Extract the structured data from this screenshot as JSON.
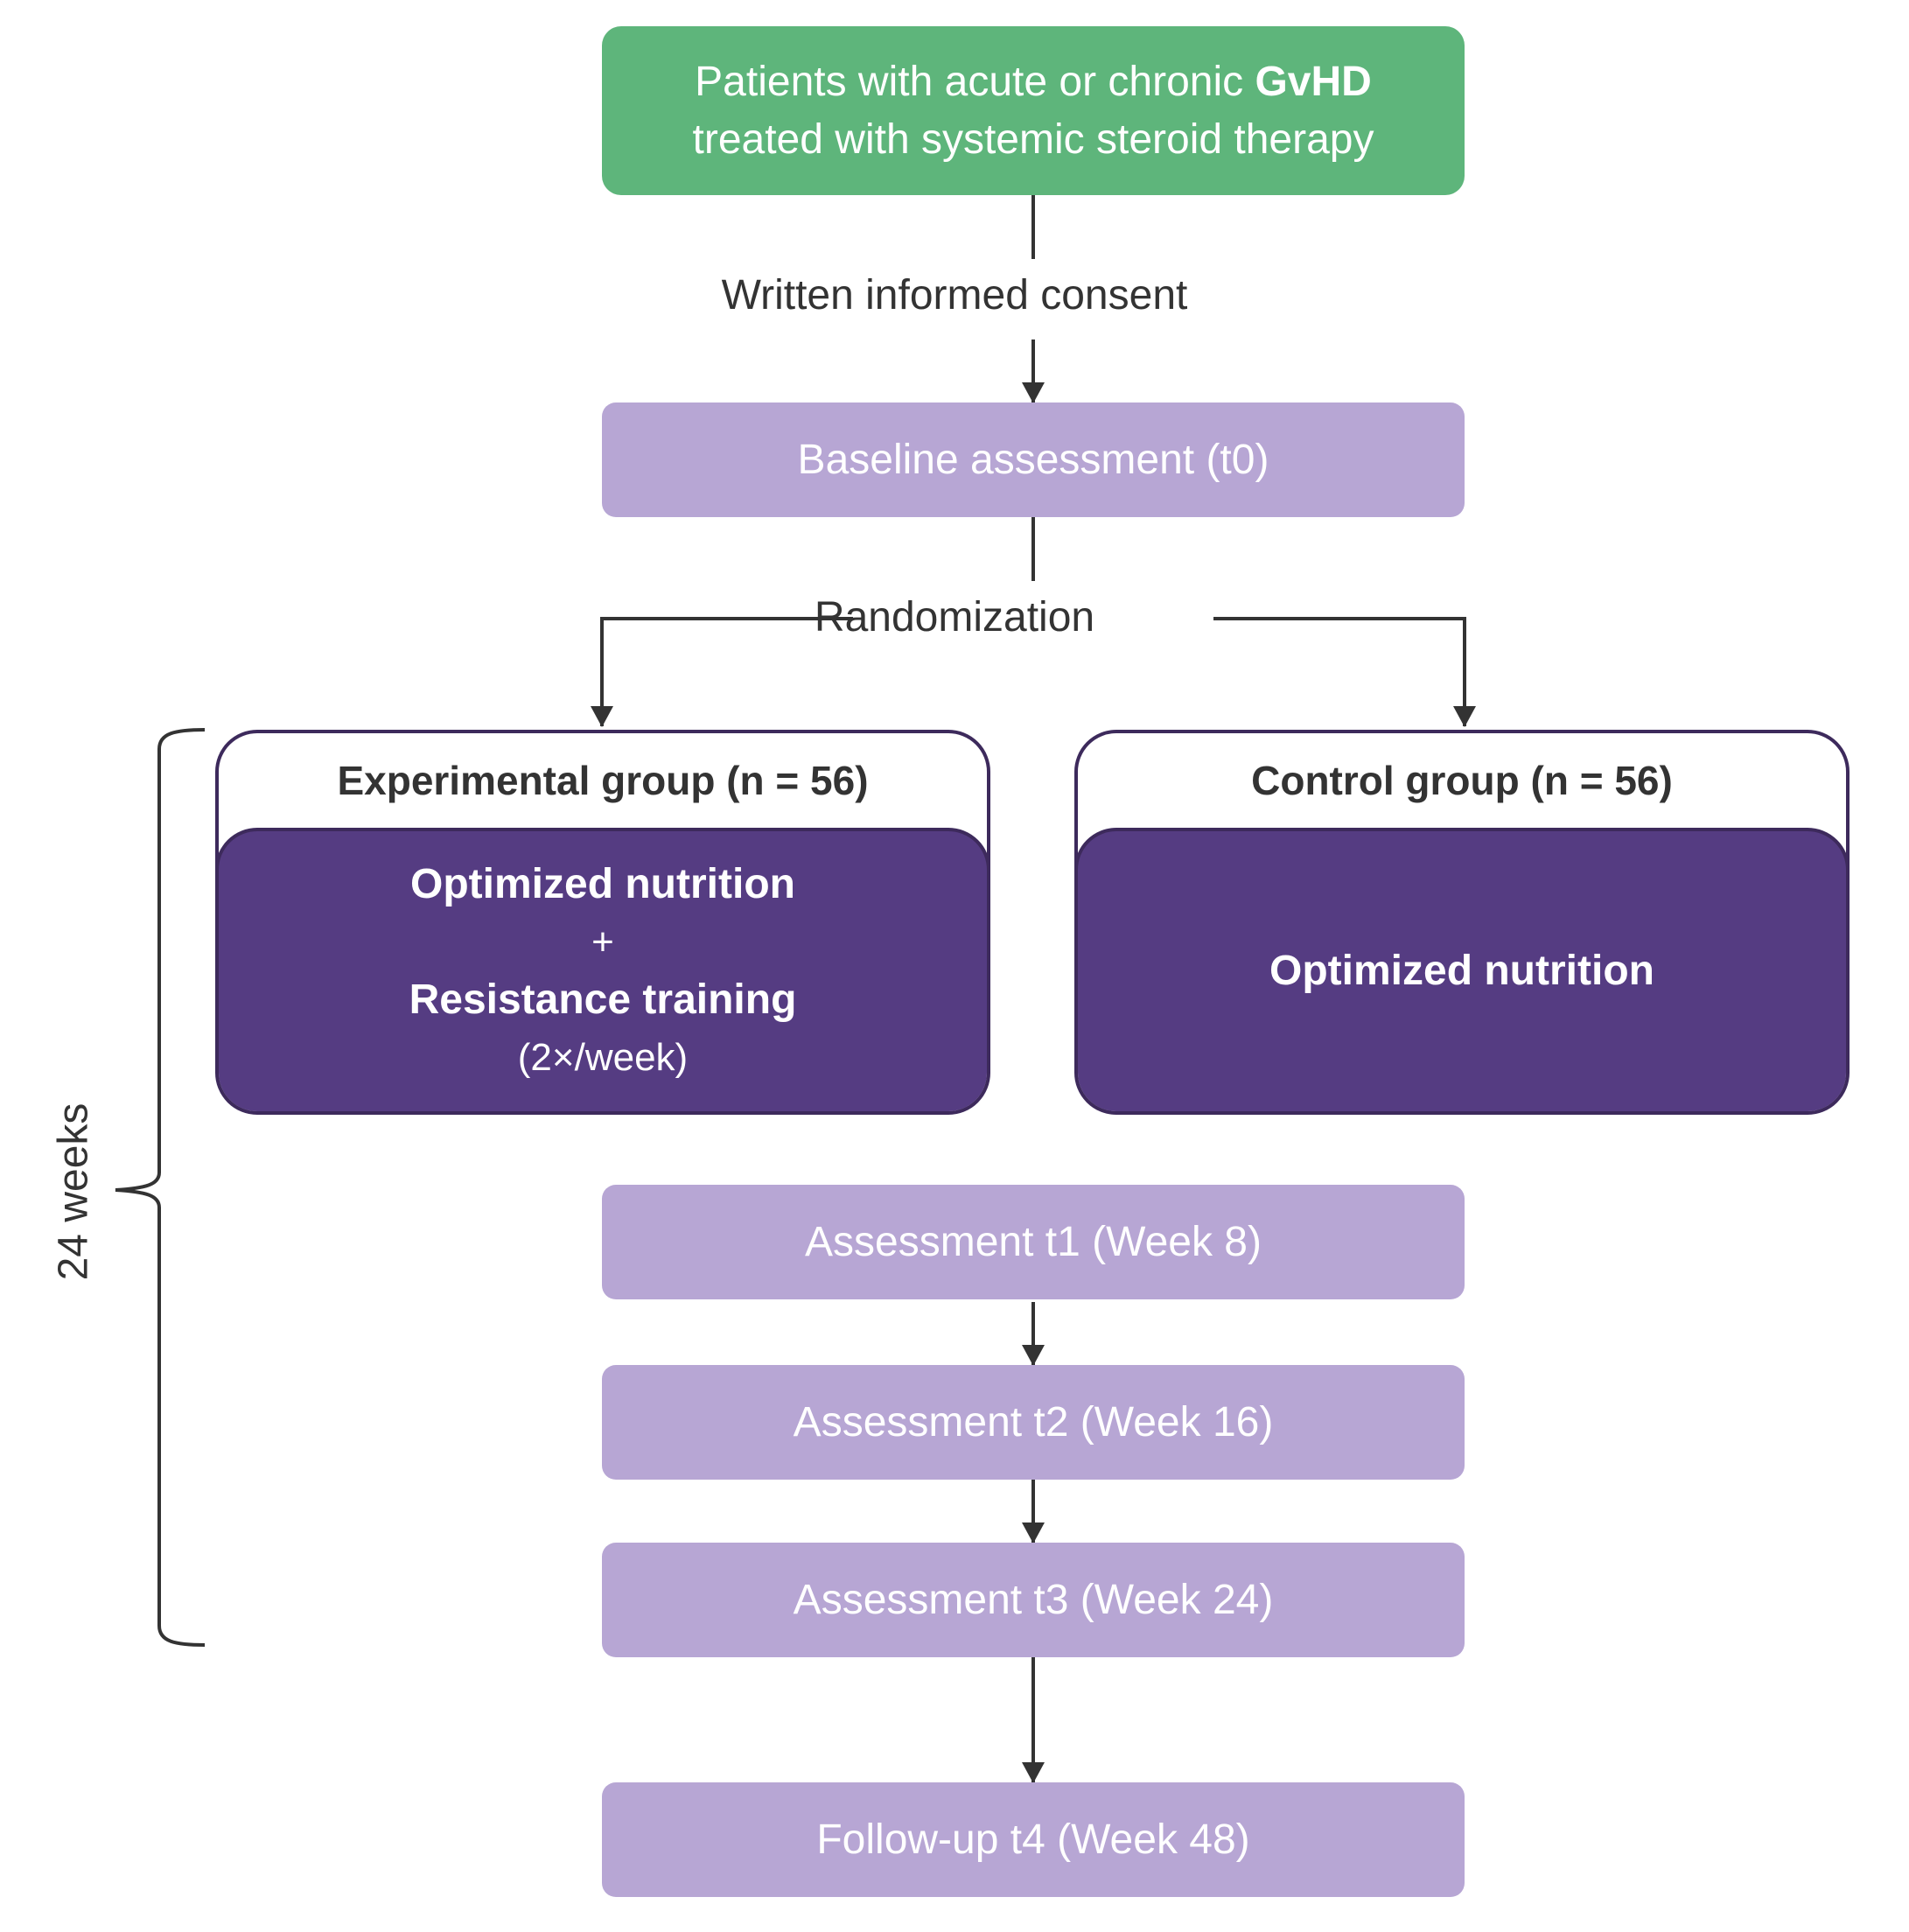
{
  "colors": {
    "green": "#5eb57b",
    "lilac": "#b7a6d4",
    "purple": "#553c82",
    "line": "#333333",
    "group_border": "#3d2a5c"
  },
  "eligibility": {
    "line1_prefix": "Patients with acute or chronic ",
    "line1_bold": "GvHD",
    "line2": "treated with systemic steroid therapy"
  },
  "consent_label": "Written informed consent",
  "baseline_label": "Baseline assessment (t0)",
  "randomization_label": "Randomization",
  "experimental_group": {
    "title": "Experimental group (n = 56)",
    "line1": "Optimized nutrition",
    "plus": "+",
    "line2": "Resistance training",
    "line3": "(2×/week)"
  },
  "control_group": {
    "title": "Control group (n = 56)",
    "line1": "Optimized nutrition"
  },
  "assessments": [
    "Assessment t1 (Week 8)",
    "Assessment t2 (Week 16)",
    "Assessment t3 (Week 24)"
  ],
  "follow_up_label": "Follow-up t4 (Week 48)",
  "duration_label": "24 weeks"
}
